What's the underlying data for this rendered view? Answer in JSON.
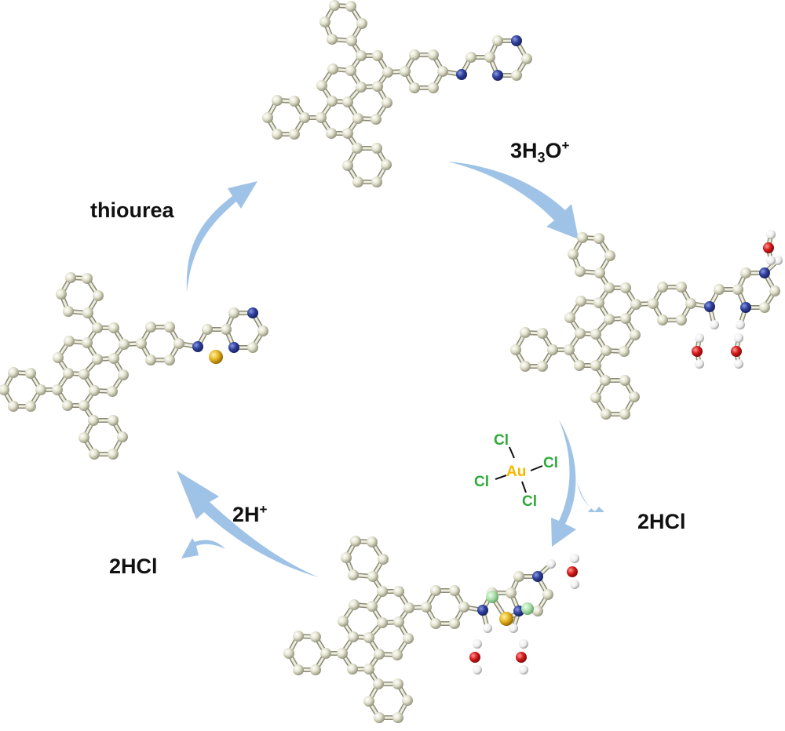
{
  "colors": {
    "arrow": "#9fc3e6",
    "carbon": "#d9d9c4",
    "nitrogen": "#2e3f9c",
    "oxygen": "#d62020",
    "hydrogen": "#f2f2f2",
    "gold": "#e6b422",
    "sulfur": "#e0b830",
    "chlorine_atom": "#a8dca8",
    "chlorine_text": "#2eaa3a",
    "gold_text": "#f5b800",
    "text": "#111111"
  },
  "labels": {
    "thiourea": "thiourea",
    "hydronium": {
      "coef": "3H",
      "sub": "3",
      "main": "O",
      "sup": "+"
    },
    "proton": {
      "main": "2H",
      "sup": "+"
    },
    "hcl_right": "2HCl",
    "hcl_left": "2HCl"
  },
  "aucl4": {
    "center": "Au",
    "ligands": [
      "Cl",
      "Cl",
      "Cl",
      "Cl"
    ]
  },
  "molecules": [
    {
      "name": "ligand-free",
      "state": "neutral"
    },
    {
      "name": "protonated",
      "state": "protonated with 3 water"
    },
    {
      "name": "gold-complex",
      "state": "AuCl2 bound"
    },
    {
      "name": "gold-adsorbed",
      "state": "Au atom bound"
    }
  ]
}
